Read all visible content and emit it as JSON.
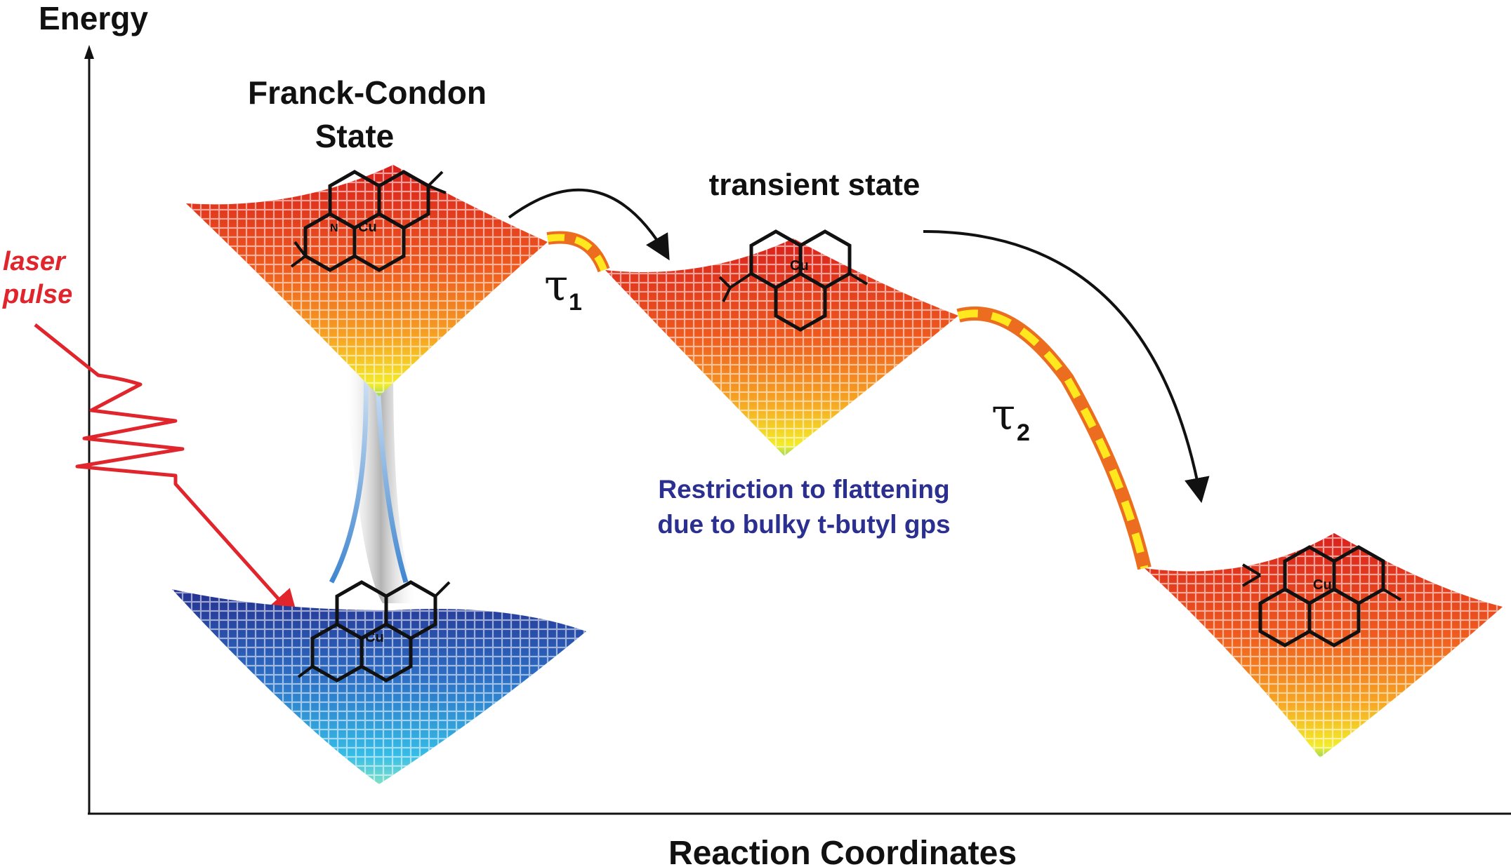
{
  "axes": {
    "y_label": "Energy",
    "x_label": "Reaction Coordinates"
  },
  "states": {
    "franck_condon_line1": "Franck-Condon",
    "franck_condon_line2": "State",
    "transient": "transient state"
  },
  "excitation": {
    "line1": "laser",
    "line2": "pulse"
  },
  "lifetimes": {
    "tau1_symbol": "τ",
    "tau1_sub": "1",
    "tau2_symbol": "τ",
    "tau2_sub": "2"
  },
  "note": {
    "line1": "Restriction to flattening",
    "line2": "due to bulky t-butyl gps"
  },
  "molecule_atoms": {
    "n": "N",
    "cu": "Cu"
  },
  "colors": {
    "laser": "#e0262c",
    "note": "#2b2f8f",
    "axis": "#111111",
    "excited_surface_top": "#e02a1a",
    "excited_surface_mid": "#f3a024",
    "excited_surface_bottom": "#f2ef2c",
    "ground_surface_top": "#23308f",
    "ground_surface_bottom": "#37c2ea",
    "path_orange": "#ec6d1f",
    "path_yellow": "#ffe91e"
  }
}
